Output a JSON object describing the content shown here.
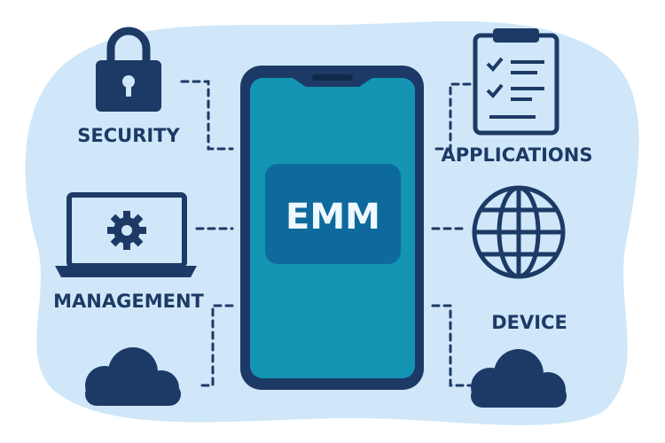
{
  "center": {
    "label": "EMM"
  },
  "nodes": {
    "security": "SECURITY",
    "applications": "APPLICATIONS",
    "management": "MANAGEMENT",
    "device": "DEVICE"
  },
  "colors": {
    "navy": "#1d3a66",
    "background": "#cfe7f8",
    "screen": "#1394b3",
    "badge": "#0e6a9c"
  }
}
